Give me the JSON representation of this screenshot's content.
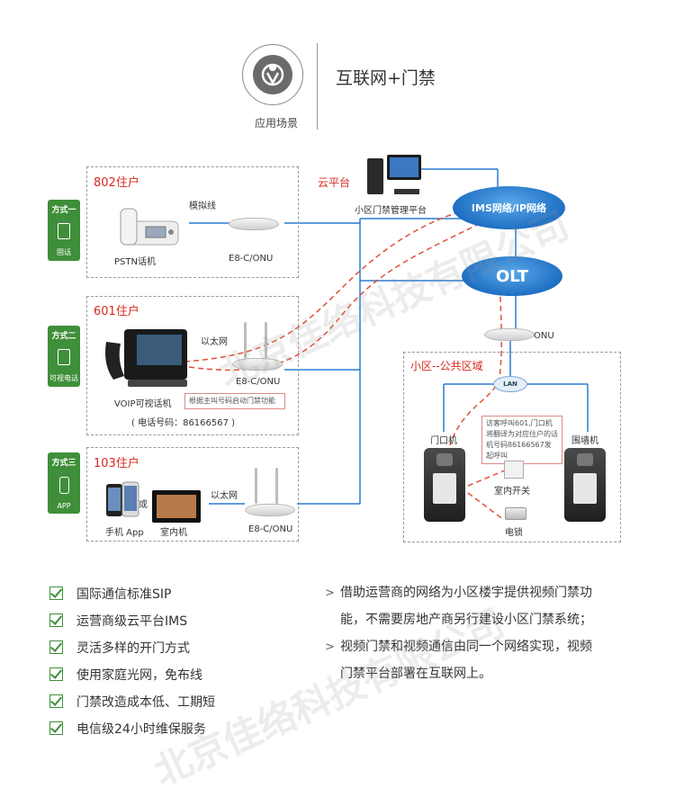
{
  "header": {
    "title": "互联网+门禁",
    "subtitle": "应用场景"
  },
  "modes": [
    {
      "title": "方式一",
      "label": "固话"
    },
    {
      "title": "方式二",
      "label": "可视电话"
    },
    {
      "title": "方式三",
      "label": "APP"
    }
  ],
  "residents": {
    "r802": {
      "title": "802住户",
      "line_label": "模拟线",
      "phone": "PSTN话机",
      "onu": "E8-C/ONU"
    },
    "r601": {
      "title": "601住户",
      "link_label": "以太网",
      "onu": "E8-C/ONU",
      "phone": "VOIP可视话机",
      "note": "根据主叫号码启动门禁功能",
      "number": "( 电话号码：86166567 )"
    },
    "r103": {
      "title": "103住户",
      "or": "或",
      "link_label": "以太网",
      "app": "手机 App",
      "indoor": "室内机",
      "onu": "E8-C/ONU"
    }
  },
  "cloud": {
    "label": "云平台",
    "platform": "小区门禁管理平台",
    "ims": "IMS网络/IP网络",
    "olt": "OLT",
    "onu": "ONU"
  },
  "community": {
    "title": "小区--公共区域",
    "lan": "LAN",
    "door": "门口机",
    "wall": "围墙机",
    "callout": "访客呼叫601,门口机将翻译为对应住户的话机号码86166567发起呼叫",
    "switch": "室内开关",
    "lock": "电锁"
  },
  "features": [
    "国际通信标准SIP",
    "运营商级云平台IMS",
    "灵活多样的开门方式",
    "使用家庭光网，免布线",
    "门禁改造成本低、工期短",
    "电信级24小时维保服务"
  ],
  "descriptions": [
    "借助运营商的网络为小区楼宇提供视频门禁功",
    "能，不需要房地产商另行建设小区门禁系统；",
    "视频门禁和视频通信由同一个网络实现，视频",
    "门禁平台部署在互联网上。"
  ],
  "watermark": "北京佳络科技有限公司",
  "colors": {
    "accent_green": "#3f8f3a",
    "line_blue": "#2a7bd2",
    "title_red": "#d8291f",
    "dash_red": "#e0503a"
  }
}
